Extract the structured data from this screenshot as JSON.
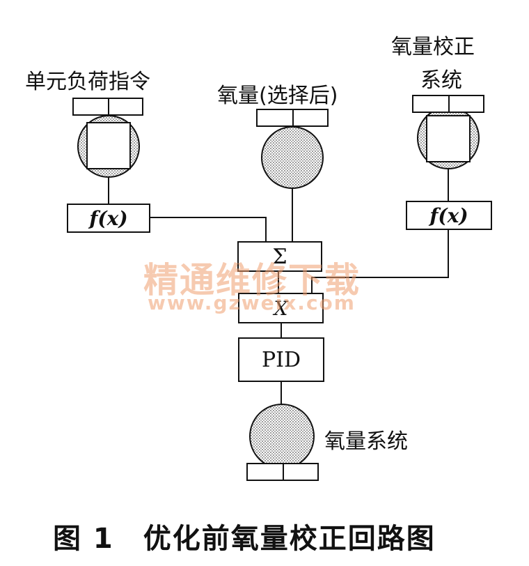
{
  "labels": {
    "unit_load": "单元负荷指令",
    "oxygen_selected": "氧量(选择后)",
    "oxygen_correction_line1": "氧量校正",
    "oxygen_correction_line2": "系统",
    "oxygen_system": "氧量系统"
  },
  "blocks": {
    "fx_left": "f(x)",
    "fx_right": "f(x)",
    "sum": "Σ",
    "multiply": "X",
    "pid": "PID"
  },
  "caption": "图 1　优化前氧量校正回路图",
  "watermark": {
    "line1": "精通维修下载",
    "line2": "www.gzweix.com"
  }
}
